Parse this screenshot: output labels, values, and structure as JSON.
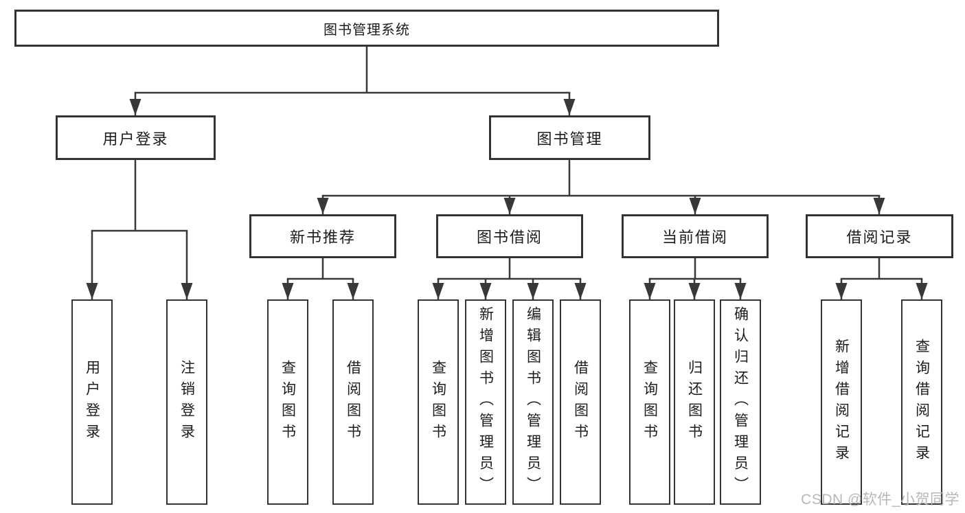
{
  "colors": {
    "line": "#383838",
    "box_border": "#333333",
    "text": "#1c1c1c",
    "watermark_text": "#b7b7b7",
    "background": "#ffffff"
  },
  "diagram": {
    "root": {
      "label": "图书管理系统"
    },
    "level2": [
      {
        "label": "用户登录",
        "children": [
          "用户登录",
          "注销登录"
        ]
      },
      {
        "label": "图书管理"
      }
    ],
    "level3": [
      {
        "label": "新书推荐",
        "children": [
          "查询图书",
          "借阅图书"
        ]
      },
      {
        "label": "图书借阅",
        "children": [
          "查询图书",
          "新增图书（管理员）",
          "编辑图书（管理员）",
          "借阅图书"
        ]
      },
      {
        "label": "当前借阅",
        "children": [
          "查询图书",
          "归还图书",
          "确认归还（管理员）"
        ]
      },
      {
        "label": "借阅记录",
        "children": [
          "新增借阅记录",
          "查询借阅记录"
        ]
      }
    ]
  },
  "watermark": {
    "text": "CSDN @软件_小贺同学"
  }
}
